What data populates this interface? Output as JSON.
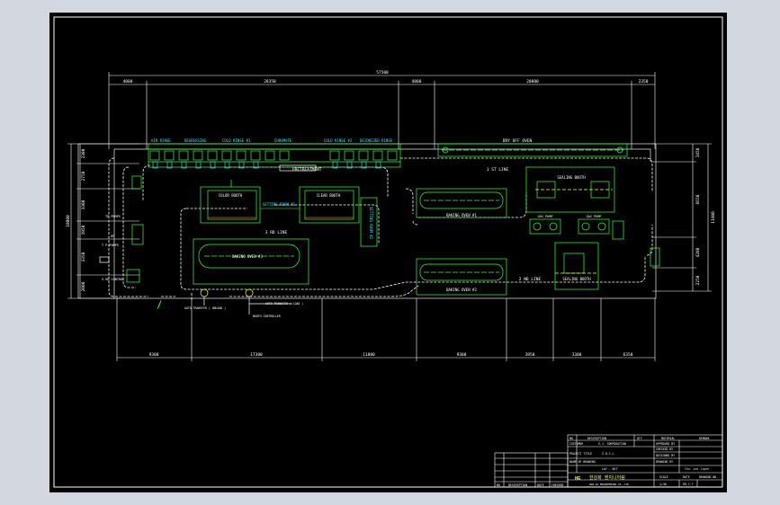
{
  "colors": {
    "frame": "#ffffff",
    "wall": "#e8e8e8",
    "equipment": "#39ff39",
    "dimension": "#ffffff",
    "accent": "#ff4040",
    "cyan": "#40e0ff",
    "yellow": "#ffff40",
    "background": "#000000"
  },
  "dimensions": {
    "overall": "57500",
    "top": [
      "4000",
      "28350",
      "4800",
      "20000",
      "2350"
    ],
    "bottom": [
      "9300",
      "17300",
      "11800",
      "9300",
      "3950",
      "3300",
      "6350"
    ],
    "left": [
      "2300",
      "2750",
      "3300",
      "1950",
      "3350",
      "2000"
    ],
    "left_total": "18000",
    "right": [
      "1450",
      "6650",
      "4200",
      "2250"
    ],
    "right_total": "11400"
  },
  "labels": {
    "pretreatment": "PRETREATMENT",
    "dry_oven": "DRY OFF OVEN",
    "color_booth": "COLOR BOOTH",
    "clear_booth": "CLEAR BOOTH",
    "setting_room_1": "SETTING ROOM #1",
    "setting_room_2": "SETTING ROOM #2",
    "third_line": "3 RD LINE",
    "first_line": "1 ST LINE",
    "second_line": "2 ND LINE",
    "baking_oven_1": "BAKING OVEN #1",
    "baking_oven_2": "BAKING OVEN #2",
    "baking_oven_3": "BAKING OVEN #3",
    "sealing_booth_1": "SEALING BOOTH",
    "sealing_booth_2": "SEALING BOOTH",
    "air_rinse": "AIR RINSE",
    "degreasing": "DEGREASING",
    "cold_rinse_1": "COLD RINSE #1",
    "chromate": "CHROMATE",
    "cold_rinse_2": "COLD RINSE #2",
    "deionized_rinse": "DEIONIZED RINSE",
    "gas_pump_1": "GAS PUMP",
    "gas_pump_2": "GAS PUMP",
    "transfer_unload": "AUTO TRANSFER ( UNLOAD )",
    "transfer_load": "AUTO TRANSFER ( LOAD )",
    "booth_controller": "BOOTH CONTROLLER",
    "small_left_1": "OP",
    "small_left_2": "TP PUMPS",
    "small_left_3": "T P PUMPS",
    "small_left_4": "5 RD CONTROL"
  },
  "title_block": {
    "headers": [
      "NO",
      "DESCRIPTION",
      "QTY",
      "MATERIAL",
      "REMARK"
    ],
    "customer_label": "CUSTOMER",
    "customer": "S.J. CORPORATION",
    "project_label": "PROJECT TITLE",
    "project": "Z.D.C.L",
    "drawing_label": "NAME OF DRAWING",
    "drawing": "LAY - OUT",
    "approved": "APPROVED BY",
    "checked": "CHECKED BY",
    "designed": "DESIGNED BY",
    "drawn": "DRAWING BY",
    "drawn_sig": "Cho. yun ligen",
    "scale": "SCALE",
    "date": "DATE",
    "drawing_no": "DRAWING NO.",
    "scale_val": "1/40",
    "date_val": "99.7.7",
    "company_ko": "한강화 엔지니어링",
    "company_en": "HAN GA ENGINEERING CO.,LTD",
    "logo": "HG",
    "rev_headers": [
      "NO",
      "DESCRIPTION",
      "DATE",
      "CHECKED"
    ]
  }
}
